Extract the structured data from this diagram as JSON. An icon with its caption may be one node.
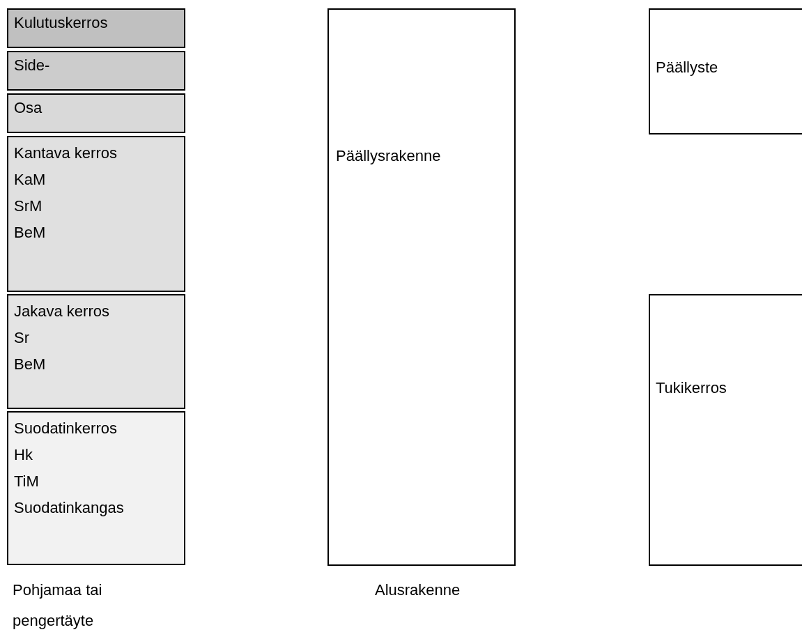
{
  "diagram": {
    "nodes": [
      {
        "text": [
          "Kulutuskerros"
        ]
      },
      {
        "text": [
          "Side-"
        ]
      },
      {
        "text": [
          "Osa"
        ]
      },
      {
        "text": [
          "Kantava kerros",
          "KaM",
          "SrM",
          "BeM"
        ]
      },
      {
        "text": [
          "Jakava kerros",
          "Sr",
          "BeM"
        ]
      },
      {
        "text": [
          "Suodatinkerros",
          "Hk",
          "TiM",
          "Suodatinkangas"
        ]
      },
      {
        "text": [
          "Päällysrakenne"
        ]
      },
      {
        "text": [
          "Päällyste"
        ]
      },
      {
        "text": [
          "Tukikerros"
        ]
      }
    ],
    "labels": [
      "Pohjamaa tai pengertäyte",
      "Alusrakenne"
    ]
  }
}
